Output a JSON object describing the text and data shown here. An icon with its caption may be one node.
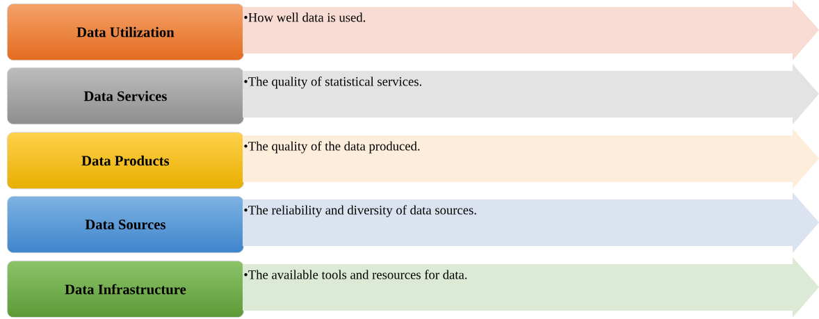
{
  "diagram": {
    "nodes": [
      {
        "text": [
          "Data Utilization"
        ]
      },
      {
        "text": [
          "•How well data is used."
        ]
      },
      {
        "text": [
          "Data Services"
        ]
      },
      {
        "text": [
          "•The quality of statistical services."
        ]
      },
      {
        "text": [
          "Data Products"
        ]
      },
      {
        "text": [
          "•The quality of the data produced."
        ]
      },
      {
        "text": [
          "Data Sources"
        ]
      },
      {
        "text": [
          "•The reliability and diversity of data sources."
        ]
      },
      {
        "text": [
          "Data Infrastructure"
        ]
      },
      {
        "text": [
          "•The available tools and resources for data."
        ]
      }
    ]
  }
}
